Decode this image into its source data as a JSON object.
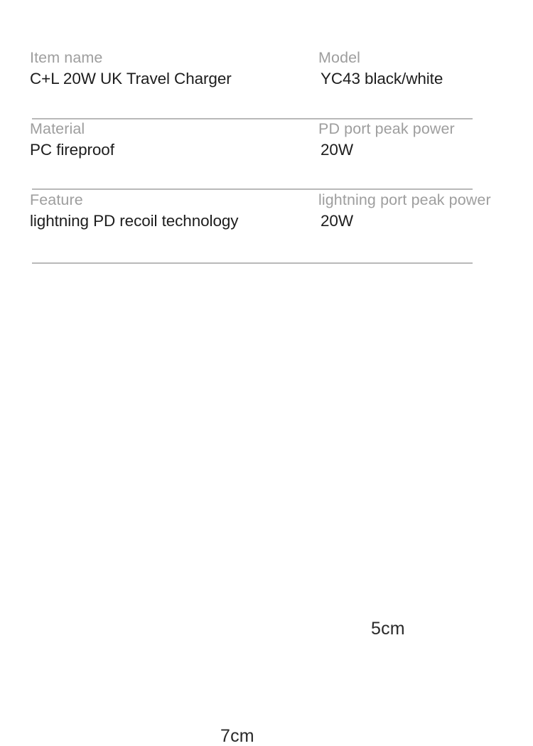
{
  "product": {
    "spec_rows": [
      {
        "left": {
          "label": "Item name",
          "value": "C+L 20W UK Travel Charger"
        },
        "right": {
          "label": "Model",
          "value": "YC43 black/white"
        }
      },
      {
        "left": {
          "label": "Material",
          "value": "PC fireproof"
        },
        "right": {
          "label": "PD port peak power",
          "value": "20W"
        }
      },
      {
        "left": {
          "label": "Feature",
          "value": "lightning PD recoil technology"
        },
        "right": {
          "label": "lightning port peak power",
          "value": "20W"
        }
      }
    ]
  },
  "dimensions": {
    "height_label": "5cm",
    "width_label": "7cm"
  },
  "icons": {
    "product_drawing": "uk-plug-charger-outline-icon",
    "height_dimension": "vertical-dimension-line-icon",
    "width_dimension": "horizontal-dimension-line-icon"
  },
  "colors": {
    "background": "#ffffff",
    "label_text": "#9e9e9e",
    "value_text": "#1d1d1d",
    "divider": "#b9b9b9",
    "drawing_stroke": "#3a3a3a",
    "dimension_stroke": "#555555"
  }
}
